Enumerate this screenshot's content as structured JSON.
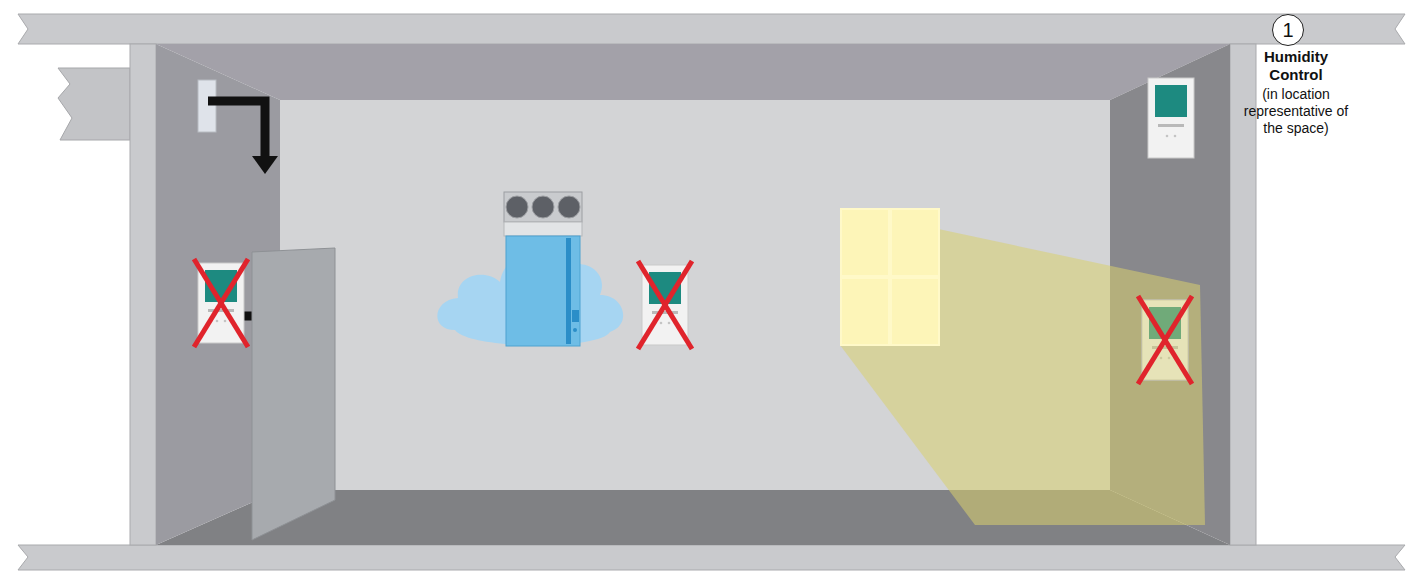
{
  "diagram": {
    "nodes": [
      {
        "text": [
          "1"
        ]
      }
    ],
    "labels": [
      "Humidity Control",
      "(in location representative of the space)"
    ]
  }
}
